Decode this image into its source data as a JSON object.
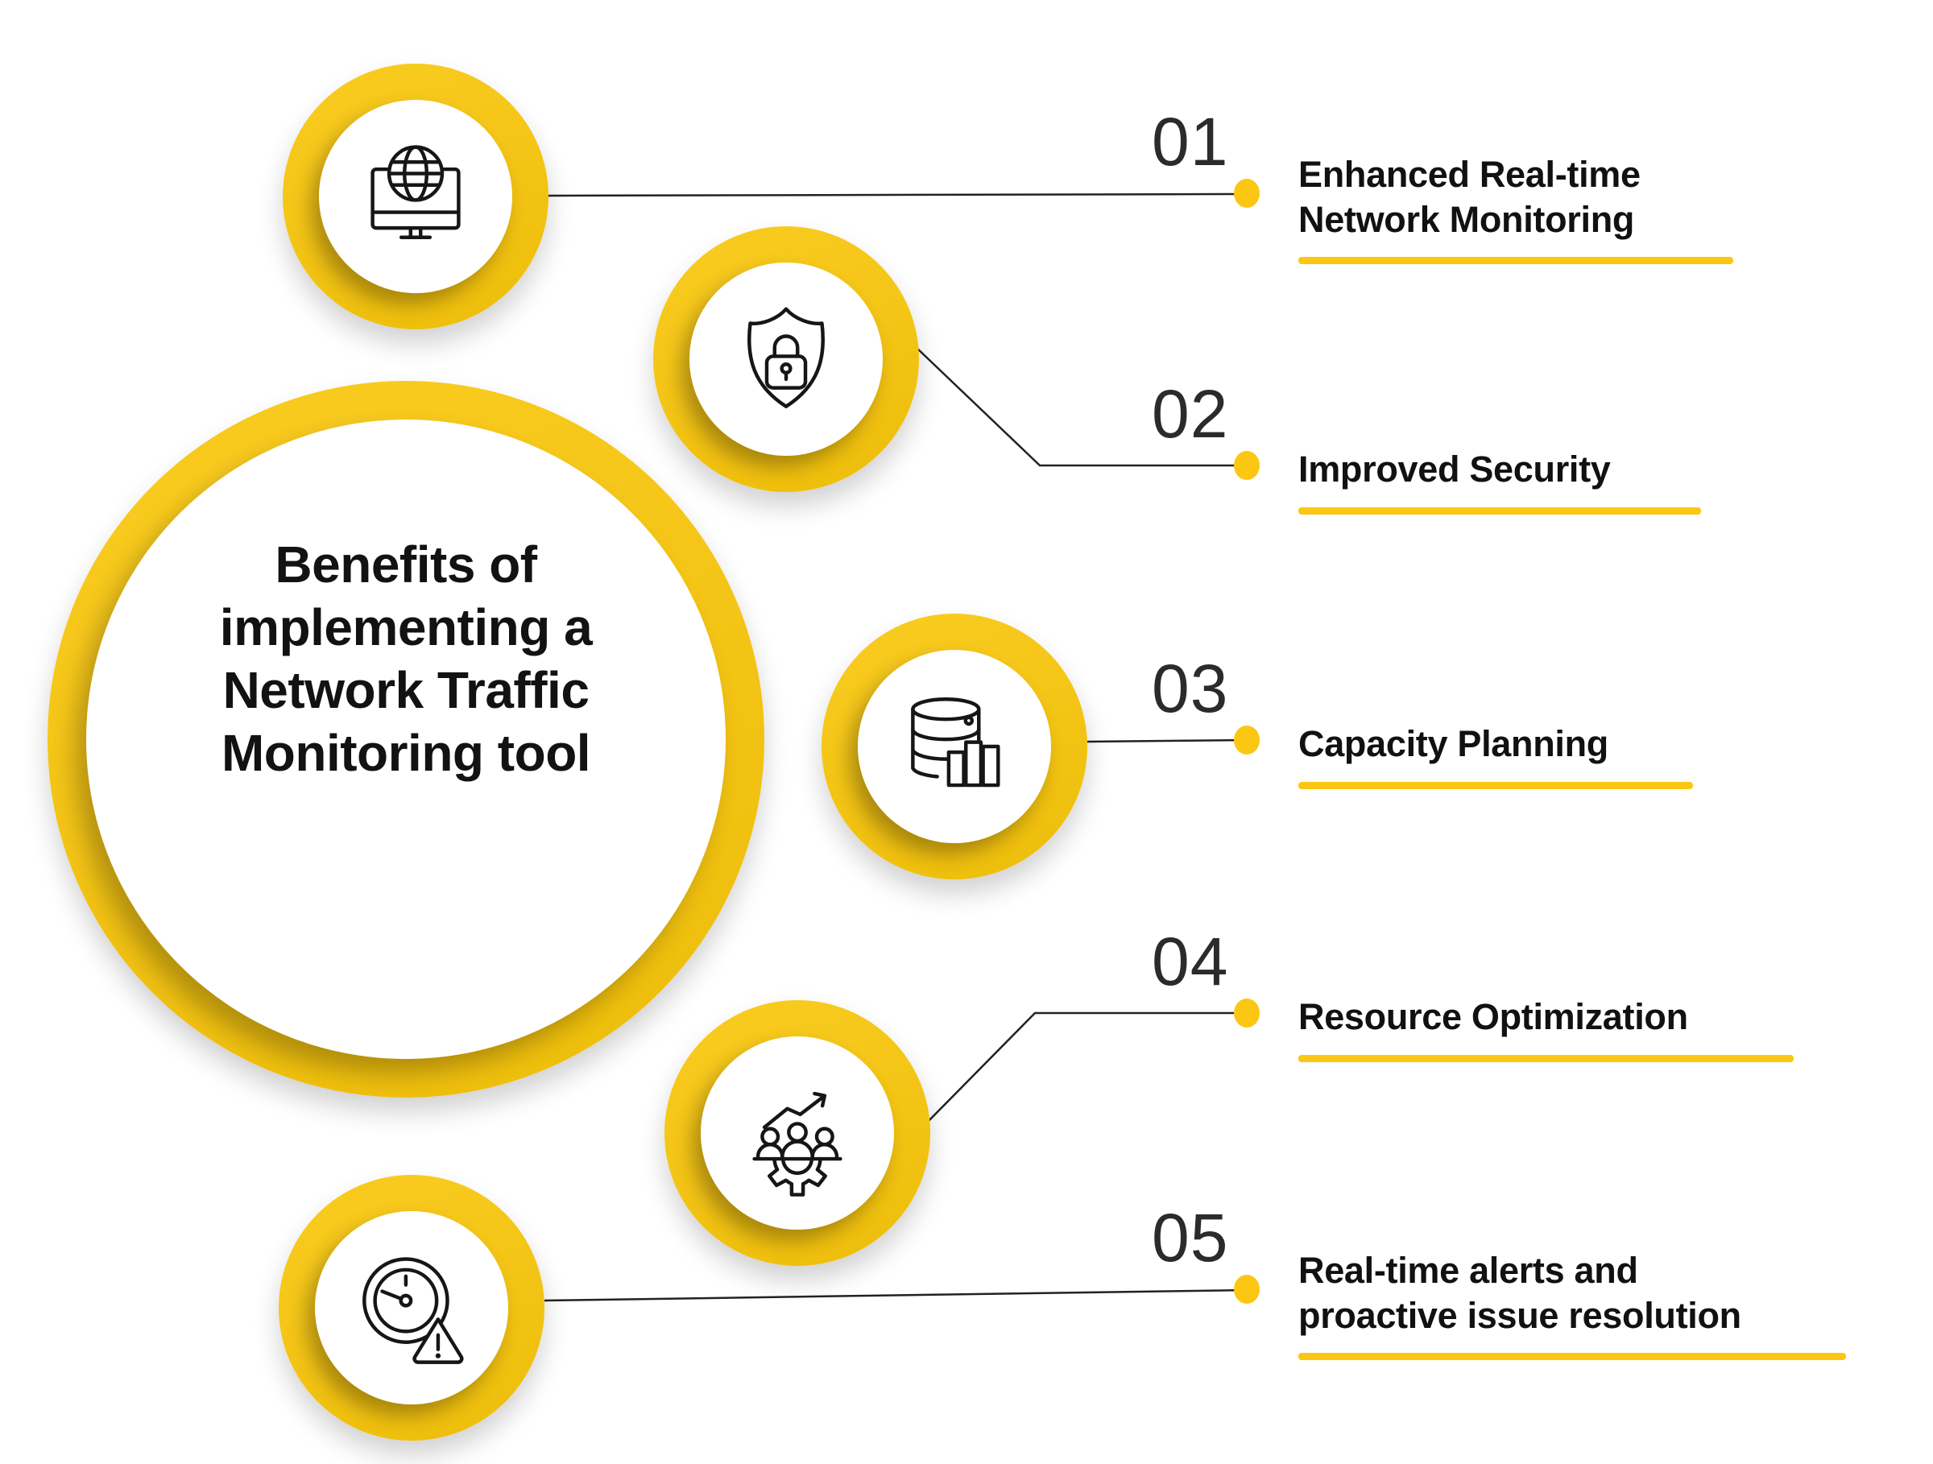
{
  "colors": {
    "accent_yellow": "#F5C414",
    "dot_yellow": "#FBC713",
    "connector_line": "#222222",
    "number_text": "#2b2b2b",
    "label_text": "#111111",
    "icon_stroke": "#161616",
    "background": "#ffffff"
  },
  "central": {
    "title_lines": [
      "Benefits of",
      "implementing a",
      "Network Traffic",
      "Monitoring tool"
    ]
  },
  "items": [
    {
      "number": "01",
      "lines": [
        "Enhanced Real-time",
        "Network Monitoring"
      ],
      "icon": "monitor-globe-icon"
    },
    {
      "number": "02",
      "lines": [
        "Improved Security"
      ],
      "icon": "shield-lock-icon"
    },
    {
      "number": "03",
      "lines": [
        "Capacity Planning"
      ],
      "icon": "database-bar-chart-icon"
    },
    {
      "number": "04",
      "lines": [
        "Resource Optimization"
      ],
      "icon": "team-gear-growth-icon"
    },
    {
      "number": "05",
      "lines": [
        "Real-time alerts and",
        "proactive issue resolution"
      ],
      "icon": "clock-warning-icon"
    }
  ]
}
